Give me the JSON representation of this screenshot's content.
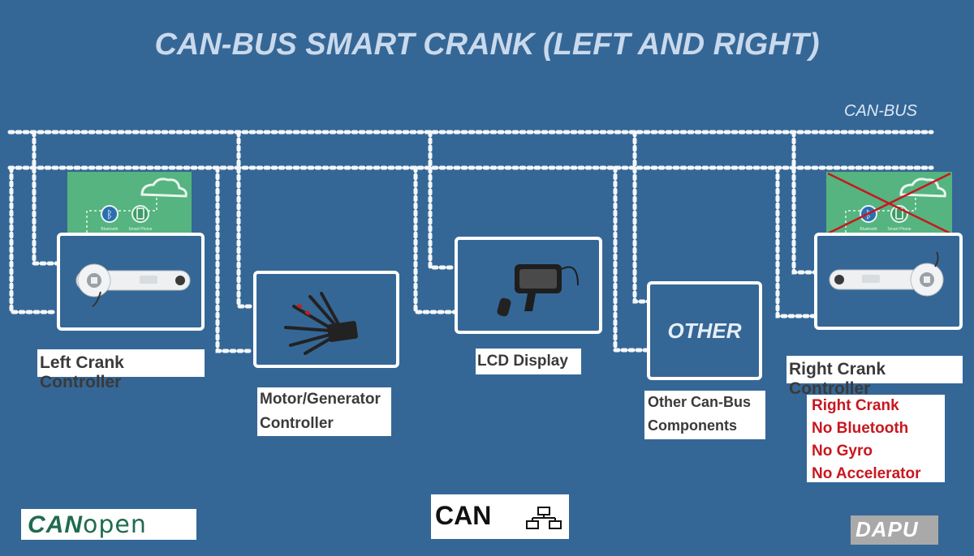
{
  "title": "CAN-BUS SMART CRANK (LEFT AND RIGHT)",
  "bus_label": "CAN-BUS",
  "nodes": [
    {
      "caption": "Left Crank Controller"
    },
    {
      "caption_line1": "Motor/Generator",
      "caption_line2": "Controller"
    },
    {
      "caption": "LCD Display"
    },
    {
      "box_text": "OTHER",
      "caption_line1": "Other Can-Bus",
      "caption_line2": "Components"
    },
    {
      "caption": "Right Crank Controller"
    }
  ],
  "app_panel": {
    "bluetooth": "Bluetooth",
    "phone": "Smart Phone"
  },
  "right_crank_notes": [
    "Right Crank",
    "No Bluetooth",
    "No Gyro",
    "No Accelerator"
  ],
  "logos": {
    "canopen_can": "CAN",
    "canopen_open": "open",
    "can": "CAN",
    "dapu": "DAPU"
  },
  "colors": {
    "background": "#356796",
    "panel_green": "#55b47f",
    "note_red": "#c8171e"
  }
}
